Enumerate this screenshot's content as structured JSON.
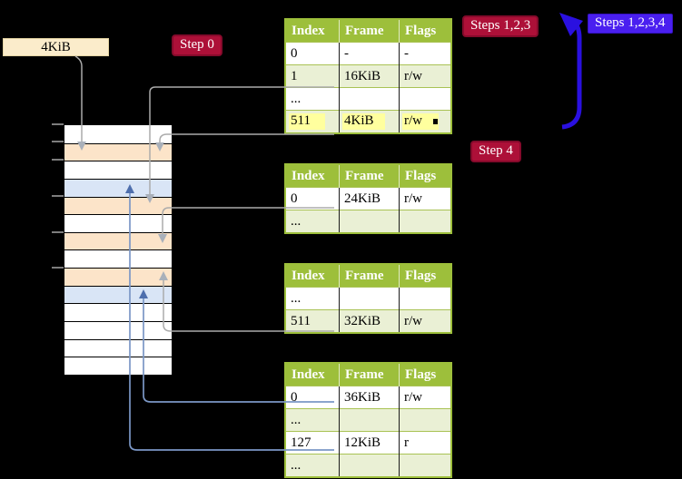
{
  "frame_box_label": "4KiB",
  "badges": {
    "step0": "Step 0",
    "steps123": "Steps 1,2,3",
    "steps1234": "Steps 1,2,3,4",
    "step4": "Step 4"
  },
  "page_tables": [
    {
      "id": "page-table-top",
      "headers": [
        "Index",
        "Frame",
        "Flags"
      ],
      "rows": [
        {
          "cells": [
            "0",
            "-",
            "-"
          ],
          "shaded": false,
          "highlighted": false
        },
        {
          "cells": [
            "1",
            "16KiB",
            "r/w"
          ],
          "shaded": true,
          "highlighted": false
        },
        {
          "cells": [
            "...",
            "",
            ""
          ],
          "shaded": false,
          "highlighted": false
        },
        {
          "cells": [
            "511",
            "4KiB",
            "r/w"
          ],
          "shaded": true,
          "highlighted": true
        }
      ]
    },
    {
      "id": "page-table-second",
      "headers": [
        "Index",
        "Frame",
        "Flags"
      ],
      "rows": [
        {
          "cells": [
            "0",
            "24KiB",
            "r/w"
          ],
          "shaded": false,
          "highlighted": false
        },
        {
          "cells": [
            "...",
            "",
            ""
          ],
          "shaded": true,
          "highlighted": false
        }
      ]
    },
    {
      "id": "page-table-third",
      "headers": [
        "Index",
        "Frame",
        "Flags"
      ],
      "rows": [
        {
          "cells": [
            "...",
            "",
            ""
          ],
          "shaded": false,
          "highlighted": false
        },
        {
          "cells": [
            "511",
            "32KiB",
            "r/w"
          ],
          "shaded": true,
          "highlighted": false
        }
      ]
    },
    {
      "id": "page-table-bottom",
      "headers": [
        "Index",
        "Frame",
        "Flags"
      ],
      "rows": [
        {
          "cells": [
            "0",
            "36KiB",
            "r/w"
          ],
          "shaded": false,
          "highlighted": false
        },
        {
          "cells": [
            "...",
            "",
            ""
          ],
          "shaded": true,
          "highlighted": false
        },
        {
          "cells": [
            "127",
            "12KiB",
            "r"
          ],
          "shaded": false,
          "highlighted": false
        },
        {
          "cells": [
            "...",
            "",
            ""
          ],
          "shaded": true,
          "highlighted": false
        }
      ]
    }
  ],
  "memory_strip": {
    "row_colors": [
      "white",
      "peach",
      "white",
      "blue",
      "peach",
      "white",
      "peach",
      "white",
      "peach",
      "blue",
      "white",
      "white",
      "white",
      "white"
    ]
  },
  "colors": {
    "table_header_green": "#9dbf3b",
    "table_row_green": "#eaf0d5",
    "highlight_yellow": "#ffff9e",
    "badge_red": "#ad1038",
    "badge_blue": "#4a1ff0",
    "strip_peach": "#fce4c9",
    "strip_light_blue": "#d9e5f6",
    "frame_box_bg": "#fbeccb",
    "gray_connector": "#ababab",
    "blue_connector": "#7b97c6",
    "dark_blue_arrow": "#2a10e0"
  }
}
